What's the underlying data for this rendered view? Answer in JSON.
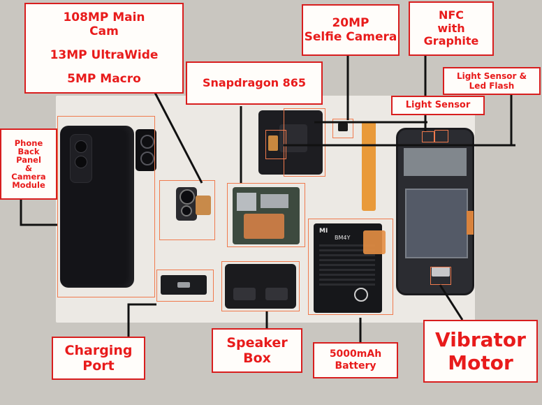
{
  "labels": {
    "main_cam_line1": "108MP Main\nCam",
    "main_cam_line2": "13MP UltraWide",
    "main_cam_line3": "5MP Macro",
    "selfie": "20MP\nSelfie Camera",
    "nfc": "NFC\nwith\nGraphite",
    "snapdragon": "Snapdragon 865",
    "light_led": "Light Sensor &\nLed Flash",
    "light_sensor": "Light Sensor",
    "back_panel": "Phone\nBack\nPanel\n&\nCamera\nModule",
    "charging": "Charging\nPort",
    "speaker": "Speaker\nBox",
    "battery": "5000mAh\nBattery",
    "vibrator": "Vibrator\nMotor"
  },
  "battery_print": {
    "brand": "MI",
    "model": "BM4Y"
  },
  "colors": {
    "label_text": "#e81b1b",
    "label_border": "#d81e1e",
    "highlight": "#f07a4d",
    "mat": "#ece9e4",
    "background": "#c9c6c0"
  }
}
